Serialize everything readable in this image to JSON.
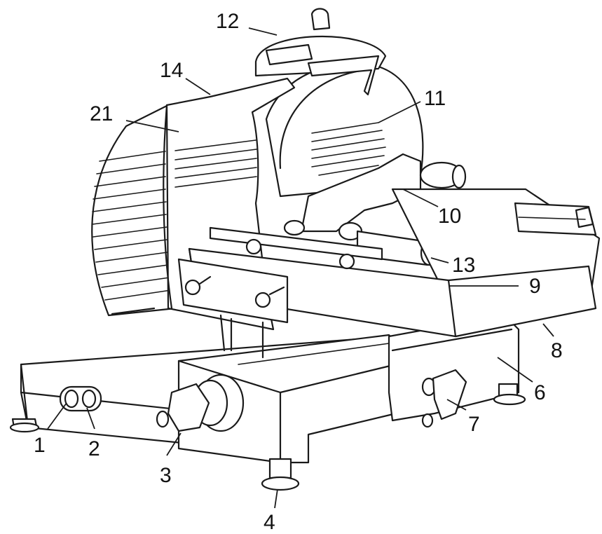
{
  "figure": {
    "line_color": "#1a1a1a",
    "background": "#ffffff",
    "labels": [
      {
        "id": "1",
        "text": "1"
      },
      {
        "id": "2",
        "text": "2"
      },
      {
        "id": "3",
        "text": "3"
      },
      {
        "id": "4",
        "text": "4"
      },
      {
        "id": "6",
        "text": "6"
      },
      {
        "id": "7",
        "text": "7"
      },
      {
        "id": "8",
        "text": "8"
      },
      {
        "id": "9",
        "text": "9"
      },
      {
        "id": "10",
        "text": "10"
      },
      {
        "id": "11",
        "text": "11"
      },
      {
        "id": "12",
        "text": "12"
      },
      {
        "id": "13",
        "text": "13"
      },
      {
        "id": "14",
        "text": "14"
      },
      {
        "id": "21",
        "text": "21"
      }
    ]
  }
}
